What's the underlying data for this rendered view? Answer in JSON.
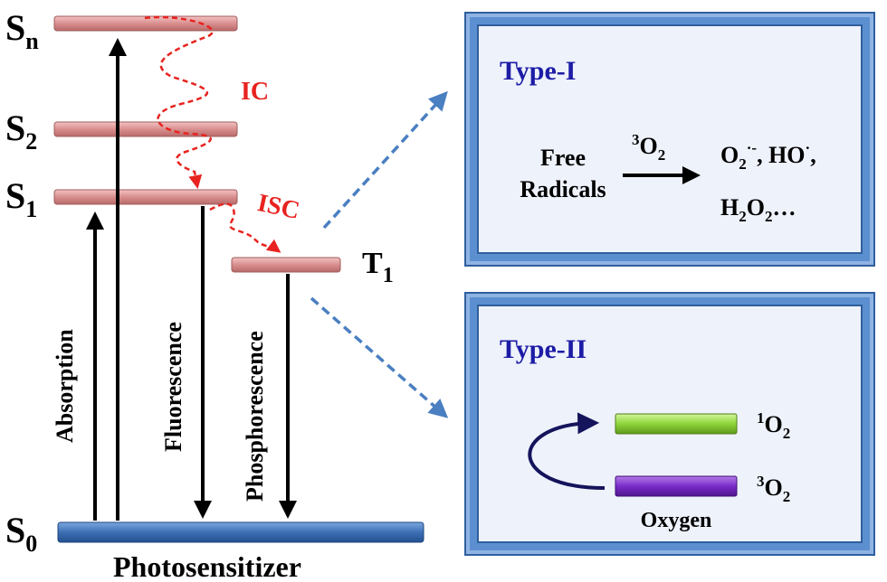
{
  "levels": {
    "sn": {
      "main": "S",
      "sub": "n"
    },
    "s2": {
      "main": "S",
      "sub": "2"
    },
    "s1": {
      "main": "S",
      "sub": "1"
    },
    "s0": {
      "main": "S",
      "sub": "0"
    },
    "t1": {
      "main": "T",
      "sub": "1"
    }
  },
  "processes": {
    "absorption": "Absorption",
    "fluorescence": "Fluorescence",
    "phosphorescence": "Phosphorescence",
    "ic": "IC",
    "isc": "ISC"
  },
  "ground_label": "Photosensitizer",
  "type1": {
    "title": "Type-I",
    "reactant_line1": "Free",
    "reactant_line2": "Radicals",
    "arrow_label_sup": "3",
    "arrow_label_main": "O",
    "arrow_label_sub": "2",
    "product1_o": "O",
    "product1_sub": "2",
    "product1_sup": "·-",
    "product1_sep": ", HO",
    "product1_sup2": "·",
    "product1_end": ",",
    "product2_h": "H",
    "product2_sub1": "2",
    "product2_o": "O",
    "product2_sub2": "2",
    "product2_end": "…"
  },
  "type2": {
    "title": "Type-II",
    "singlet_sup": "1",
    "singlet_main": "O",
    "singlet_sub": "2",
    "triplet_sup": "3",
    "triplet_main": "O",
    "triplet_sub": "2",
    "oxygen_label": "Oxygen"
  },
  "colors": {
    "level_pink": "#d98e8e",
    "ground_blue": "#3c6fb4",
    "ic_red": "#e8231f",
    "title_blue": "#1c1ca6",
    "frame_blue": "#5b8fd0",
    "singlet_green": "#8fd43a",
    "triplet_purple": "#7a2bc8",
    "curve_navy": "#14145c"
  }
}
